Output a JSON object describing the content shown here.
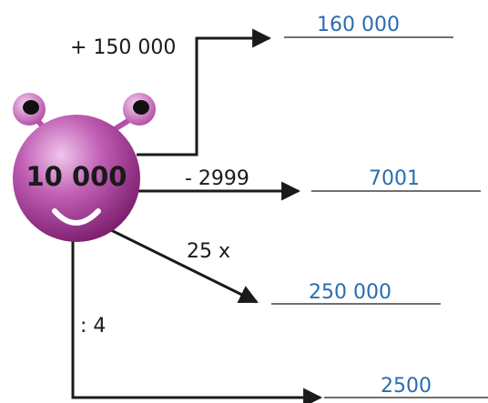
{
  "center": {
    "value": "10 000",
    "fill": "#9c2b8c",
    "highlight": "#e9b7e3"
  },
  "operations": [
    {
      "op": "+ 150 000",
      "answer": "160 000"
    },
    {
      "op": "- 2999",
      "answer": "7001"
    },
    {
      "op": "25 x",
      "answer": "250 000"
    },
    {
      "op": ": 4",
      "answer": "2500"
    }
  ],
  "colors": {
    "answer_text": "#2b6cb0",
    "lines": "#1a1a1a"
  }
}
